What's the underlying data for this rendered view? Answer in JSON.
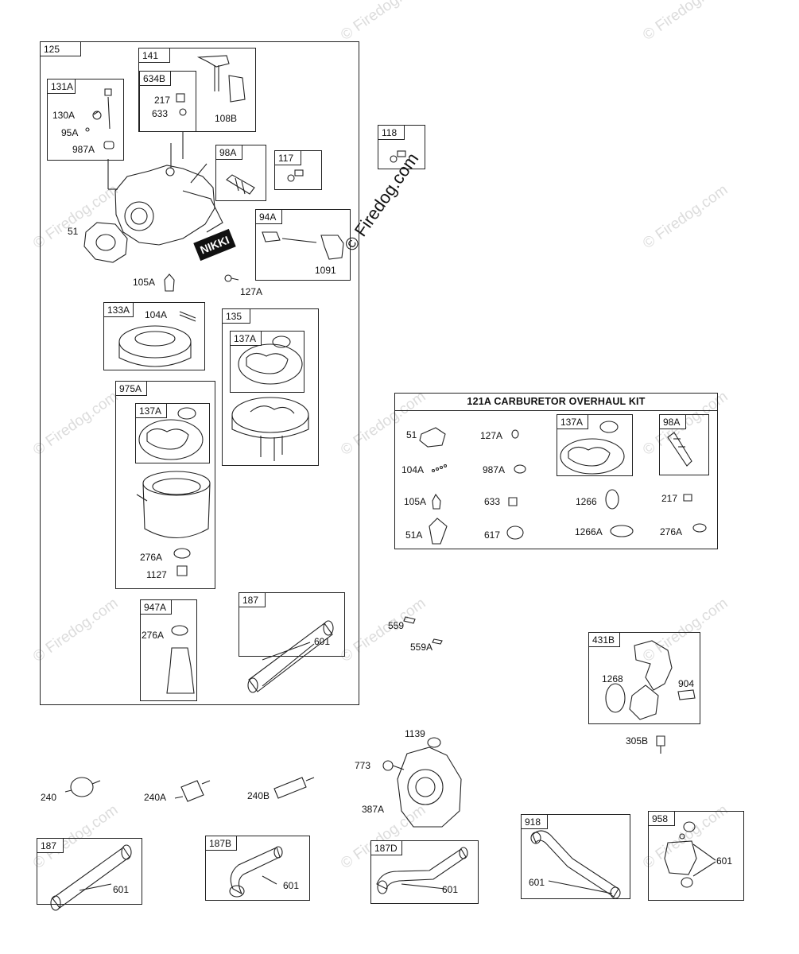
{
  "watermark": "© Firedog.com",
  "watermark_main": "© Firedog.com",
  "nikki_text": "NIKKI",
  "overhaul_kit": {
    "title": "121A CARBURETOR OVERHAUL KIT",
    "items": [
      "51",
      "127A",
      "104A",
      "987A",
      "105A",
      "633",
      "1266",
      "217",
      "51A",
      "617",
      "1266A",
      "276A"
    ],
    "sub_137A": "137A",
    "sub_98A": "98A"
  },
  "groups": {
    "g125": "125",
    "g141": "141",
    "g634B": "634B",
    "g131A": "131A",
    "g98A": "98A",
    "g117": "117",
    "g118": "118",
    "g94A": "94A",
    "g133A": "133A",
    "g135": "135",
    "g137A_a": "137A",
    "g975A": "975A",
    "g137A_b": "137A",
    "g947A": "947A",
    "g187_a": "187",
    "g431B": "431B",
    "g187_b": "187",
    "g187B": "187B",
    "g187D": "187D",
    "g918": "918",
    "g958": "958"
  },
  "labels": {
    "p217": "217",
    "p633": "633",
    "p108B": "108B",
    "p130A": "130A",
    "p95A": "95A",
    "p987A": "987A",
    "p51": "51",
    "p1091": "1091",
    "p105A": "105A",
    "p127A": "127A",
    "p104A": "104A",
    "p276A_a": "276A",
    "p1127": "1127",
    "p276A_b": "276A",
    "p601_a": "601",
    "p559": "559",
    "p559A": "559A",
    "p1268": "1268",
    "p904": "904",
    "p305B": "305B",
    "p1139": "1139",
    "p773": "773",
    "p387A": "387A",
    "p240": "240",
    "p240A": "240A",
    "p240B": "240B",
    "p601_b": "601",
    "p601_c": "601",
    "p601_d": "601",
    "p601_e": "601",
    "p601_f": "601"
  }
}
